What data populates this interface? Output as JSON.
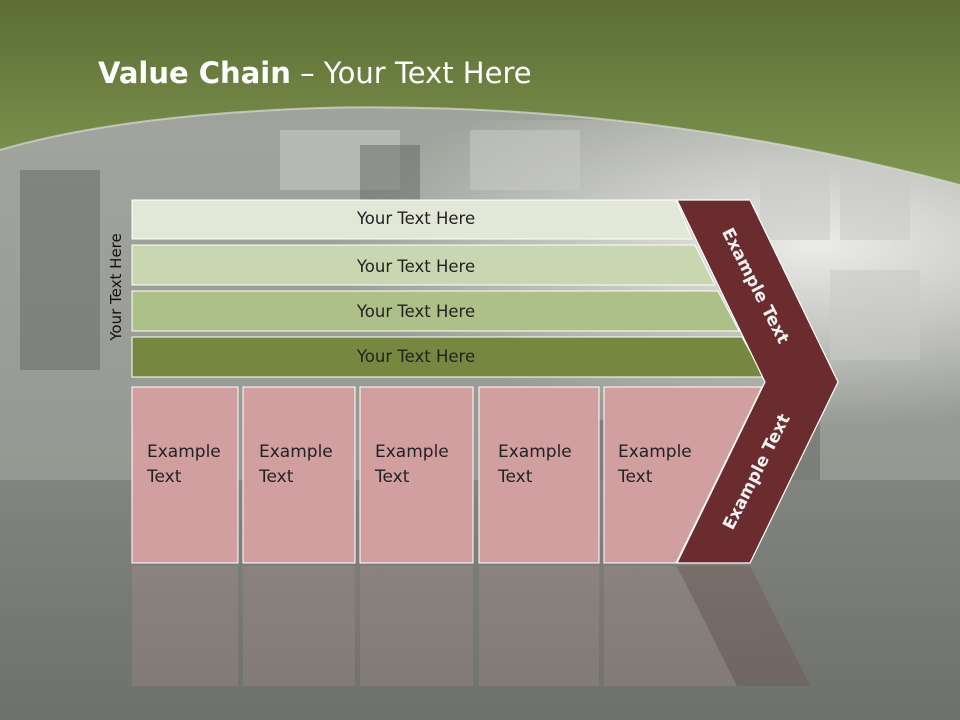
{
  "slide": {
    "title_bold": "Value Chain",
    "title_rest": " – Your Text Here",
    "side_label": "Your Text Here",
    "bands": [
      {
        "label": "Your Text Here",
        "color": "#e2e7d8"
      },
      {
        "label": "Your Text Here",
        "color": "#c9d6b2"
      },
      {
        "label": "Your Text Here",
        "color": "#adc088"
      },
      {
        "label": "Your Text Here",
        "color": "#76883f"
      }
    ],
    "cells": [
      {
        "line1": "Example",
        "line2": "Text"
      },
      {
        "line1": "Example",
        "line2": "Text"
      },
      {
        "line1": "Example",
        "line2": "Text"
      },
      {
        "line1": "Example",
        "line2": "Text"
      },
      {
        "line1": "Example",
        "line2": "Text"
      }
    ],
    "chevron_top": "Example Text",
    "chevron_bottom": "Example Text",
    "colors": {
      "header_green": "#71873f",
      "cell_pink": "#d29fa0",
      "chevron_maroon": "#6b2c2f"
    }
  }
}
